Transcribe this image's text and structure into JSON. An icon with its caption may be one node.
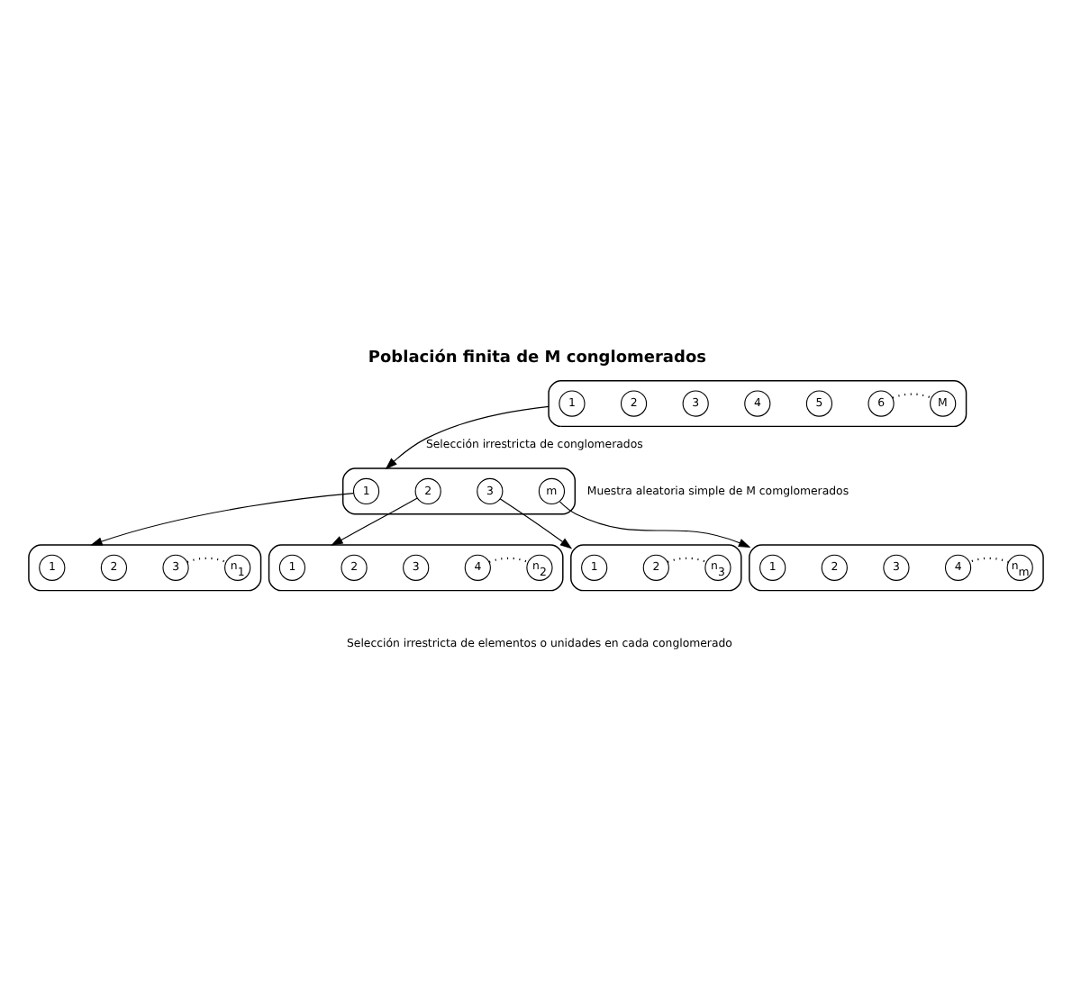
{
  "diagram": {
    "title": "Población finita de M conglomerados",
    "nodes": [
      {
        "text": [],
        "shape": "cloud"
      },
      {
        "text": [
          "1"
        ],
        "in": 0
      },
      {
        "text": [
          "2"
        ],
        "in": 0
      },
      {
        "text": [
          "3"
        ],
        "in": 0
      },
      {
        "text": [
          "4"
        ],
        "in": 0
      },
      {
        "text": [
          "5"
        ],
        "in": 0
      },
      {
        "text": [
          "6"
        ],
        "in": 0
      },
      {
        "text": [
          "M"
        ],
        "in": 0
      },
      {
        "text": [],
        "shape": "cloud",
        "beside": [
          "Muestra aleatoria simple de M comglomerados"
        ]
      },
      {
        "text": [
          "1"
        ],
        "in": 8
      },
      {
        "text": [
          "2"
        ],
        "in": 8
      },
      {
        "text": [
          "3"
        ],
        "in": 8
      },
      {
        "text": [
          "m"
        ],
        "in": 8
      },
      {
        "text": [],
        "shape": "cloud"
      },
      {
        "text": [
          "1"
        ],
        "in": 13
      },
      {
        "text": [
          "2"
        ],
        "in": 13
      },
      {
        "text": [
          "3"
        ],
        "in": 13
      },
      {
        "text": [
          "n$_{1}$"
        ],
        "in": 13
      },
      {
        "text": [],
        "shape": "cloud"
      },
      {
        "text": [
          "1"
        ],
        "in": 18
      },
      {
        "text": [
          "2"
        ],
        "in": 18
      },
      {
        "text": [
          "3"
        ],
        "in": 18
      },
      {
        "text": [
          "4"
        ],
        "in": 18
      },
      {
        "text": [
          "n$_{2}$"
        ],
        "in": 18
      },
      {
        "text": [],
        "shape": "cloud"
      },
      {
        "text": [
          "1"
        ],
        "in": 24
      },
      {
        "text": [
          "2"
        ],
        "in": 24
      },
      {
        "text": [
          "n$_{3}$"
        ],
        "in": 24
      },
      {
        "text": [],
        "shape": "cloud"
      },
      {
        "text": [
          "1"
        ],
        "in": 28
      },
      {
        "text": [
          "2"
        ],
        "in": 28
      },
      {
        "text": [
          "3"
        ],
        "in": 28
      },
      {
        "text": [
          "4"
        ],
        "in": 28
      },
      {
        "text": [
          "n$_{m}$"
        ],
        "in": 28
      }
    ],
    "edges": [
      {
        "from": 0,
        "to": 8,
        "arrow": "to",
        "label": "Selección irrestricta de conglomerados"
      },
      {
        "from": 6,
        "to": 7,
        "arrow": "none",
        "style": "dashed"
      },
      {
        "from": 9,
        "to": 13,
        "arrow": "to"
      },
      {
        "from": 10,
        "to": 18,
        "arrow": "to"
      },
      {
        "from": 11,
        "to": 24,
        "arrow": "to"
      },
      {
        "from": 12,
        "to": 28,
        "arrow": "to"
      },
      {
        "from": 16,
        "to": 17,
        "arrow": "none",
        "style": "dashed"
      },
      {
        "from": 22,
        "to": 23,
        "arrow": "none",
        "style": "dashed"
      },
      {
        "from": 26,
        "to": 27,
        "arrow": "none",
        "style": "dashed"
      },
      {
        "from": 33,
        "to": 32,
        "arrow": "none",
        "style": "dashed"
      }
    ],
    "labels": [
      "Selección irrestricta de elementos o unidades en cada conglomerado"
    ]
  }
}
